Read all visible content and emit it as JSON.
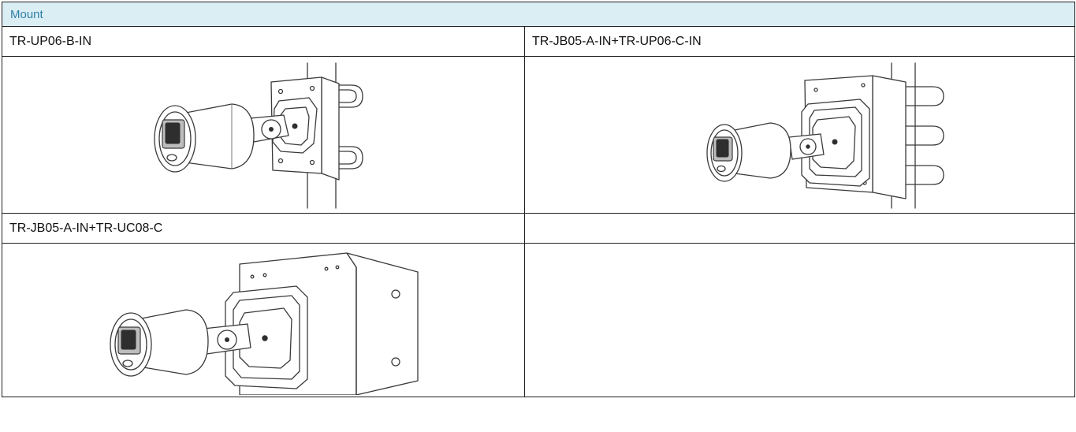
{
  "table": {
    "header": "Mount",
    "rows": [
      {
        "left": {
          "label": "TR-UP06-B-IN",
          "image_icon": "camera-pole-mount-illustration"
        },
        "right": {
          "label": "TR-JB05-A-IN+TR-UP06-C-IN",
          "image_icon": "camera-junction-box-pole-mount-illustration"
        }
      },
      {
        "left": {
          "label": "TR-JB05-A-IN+TR-UC08-C",
          "image_icon": "camera-junction-box-corner-mount-illustration"
        },
        "right": {
          "label": ""
        }
      }
    ]
  }
}
